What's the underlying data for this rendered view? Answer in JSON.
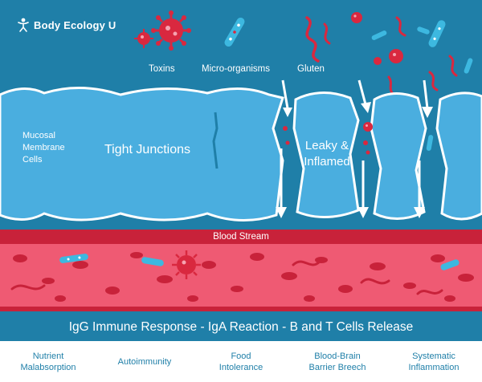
{
  "brand": {
    "name": "Body Ecology U",
    "logo_icon": "person-figure-icon"
  },
  "palette": {
    "background": "#1f7fa8",
    "cell": "#4aaedf",
    "cell_edge": "#ffffff",
    "blood": "#ef5a73",
    "blood_band": "#c8223a",
    "toxin": "#d9283f",
    "microbe": "#3db8e0"
  },
  "intruders": {
    "toxins": "Toxins",
    "micro_organisms": "Micro-organisms",
    "gluten": "Gluten"
  },
  "membrane": {
    "cells_label": "Mucosal\nMembrane\nCells",
    "tight_junctions": "Tight Junctions",
    "leaky_label": "Leaky &\nInflamed"
  },
  "blood_stream": "Blood Stream",
  "immune_response": "IgG Immune Response - IgA Reaction - B and T Cells Release",
  "effects": [
    "Nutrient\nMalabsorption",
    "Autoimmunity",
    "Food\nIntolerance",
    "Blood-Brain\nBarrier Breech",
    "Systematic\nInflammation"
  ]
}
